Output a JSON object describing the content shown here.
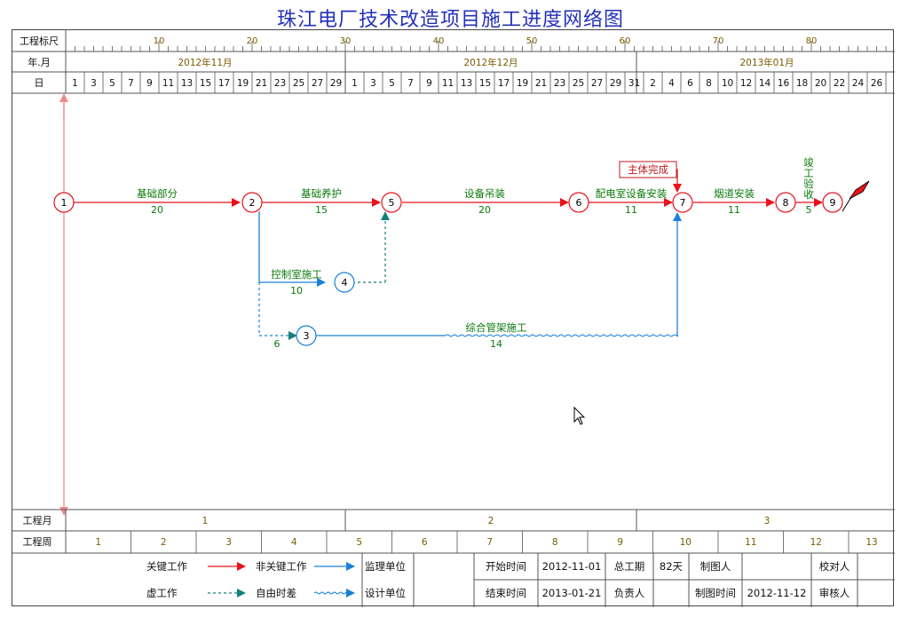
{
  "title": "珠江电厂技术改造项目施工进度网络图",
  "header": {
    "row1_label": "工程标尺",
    "row2_label": "年.月",
    "row3_label": "日",
    "scale_ticks": [
      "10",
      "20",
      "30",
      "40",
      "50",
      "60",
      "70",
      "80"
    ],
    "months": [
      "2012年11月",
      "2012年12月",
      "2013年01月"
    ],
    "days_nov": [
      "1",
      "3",
      "5",
      "7",
      "9",
      "11",
      "13",
      "15",
      "17",
      "19",
      "21",
      "23",
      "25",
      "27",
      "29"
    ],
    "days_dec": [
      "1",
      "3",
      "5",
      "7",
      "9",
      "11",
      "13",
      "15",
      "17",
      "19",
      "21",
      "23",
      "25",
      "27",
      "29",
      "31"
    ],
    "days_jan": [
      "2",
      "4",
      "6",
      "8",
      "10",
      "12",
      "14",
      "16",
      "18",
      "20",
      "22",
      "24",
      "26"
    ]
  },
  "bottom": {
    "month_label": "工程月",
    "week_label": "工程周",
    "months": [
      "1",
      "2",
      "3"
    ],
    "weeks": [
      "1",
      "2",
      "3",
      "4",
      "5",
      "6",
      "7",
      "8",
      "9",
      "10",
      "11",
      "12",
      "13"
    ]
  },
  "network": {
    "nodes": [
      {
        "id": "1",
        "label": "1",
        "critical": true
      },
      {
        "id": "2",
        "label": "2",
        "critical": true
      },
      {
        "id": "5",
        "label": "5",
        "critical": true
      },
      {
        "id": "6",
        "label": "6",
        "critical": true
      },
      {
        "id": "7",
        "label": "7",
        "critical": true
      },
      {
        "id": "8",
        "label": "8",
        "critical": true
      },
      {
        "id": "9",
        "label": "9",
        "critical": true
      },
      {
        "id": "4",
        "label": "4",
        "critical": false
      },
      {
        "id": "3",
        "label": "3",
        "critical": false
      }
    ],
    "activities": [
      {
        "name": "基础部分",
        "duration": "20"
      },
      {
        "name": "基础养护",
        "duration": "15"
      },
      {
        "name": "设备吊装",
        "duration": "20"
      },
      {
        "name": "配电室设备安装",
        "duration": "11"
      },
      {
        "name": "烟道安装",
        "duration": "11"
      },
      {
        "name": "竣工验收",
        "duration": "5"
      },
      {
        "name": "控制室施工",
        "duration": "10"
      },
      {
        "name": "",
        "duration": "6"
      },
      {
        "name": "综合管架施工",
        "duration": "14"
      }
    ],
    "milestone": "主体完成",
    "colors": {
      "critical": "#e8121b",
      "noncritical": "#1a80d8",
      "float": "#14807a",
      "text": "#0a7a0a"
    }
  },
  "legend": {
    "critical": "关键工作",
    "noncritical": "非关键工作",
    "dummy": "虚工作",
    "free_float": "自由时差",
    "supervisor": "监理单位",
    "designer": "设计单位",
    "start_label": "开始时间",
    "start_value": "2012-11-01",
    "end_label": "结束时间",
    "end_value": "2013-01-21",
    "total_label": "总工期",
    "total_value": "82天",
    "owner_label": "负责人",
    "drawer_label": "制图人",
    "draw_time_label": "制图时间",
    "draw_time_value": "2012-11-12",
    "checker_label": "校对人",
    "reviewer_label": "审核人"
  }
}
